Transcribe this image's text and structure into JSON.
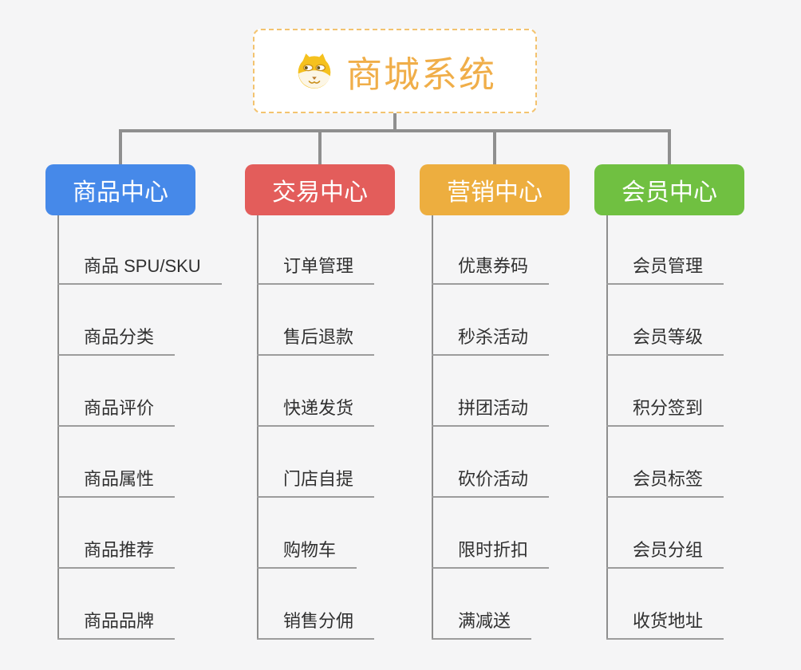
{
  "root": {
    "title": "商城系统",
    "icon": "shiba-dog-icon",
    "title_color": "#F0AE49",
    "border_color": "#F3C36F"
  },
  "connector_color": "#8F8F8F",
  "background_color": "#F5F5F6",
  "branches": [
    {
      "label": "商品中心",
      "color": "#4689E9",
      "items": [
        "商品 SPU/SKU",
        "商品分类",
        "商品评价",
        "商品属性",
        "商品推荐",
        "商品品牌"
      ]
    },
    {
      "label": "交易中心",
      "color": "#E35D5B",
      "items": [
        "订单管理",
        "售后退款",
        "快递发货",
        "门店自提",
        "购物车",
        "销售分佣"
      ]
    },
    {
      "label": "营销中心",
      "color": "#EDAE3F",
      "items": [
        "优惠券码",
        "秒杀活动",
        "拼团活动",
        "砍价活动",
        "限时折扣",
        "满减送"
      ]
    },
    {
      "label": "会员中心",
      "color": "#70C041",
      "items": [
        "会员管理",
        "会员等级",
        "积分签到",
        "会员标签",
        "会员分组",
        "收货地址"
      ]
    }
  ]
}
